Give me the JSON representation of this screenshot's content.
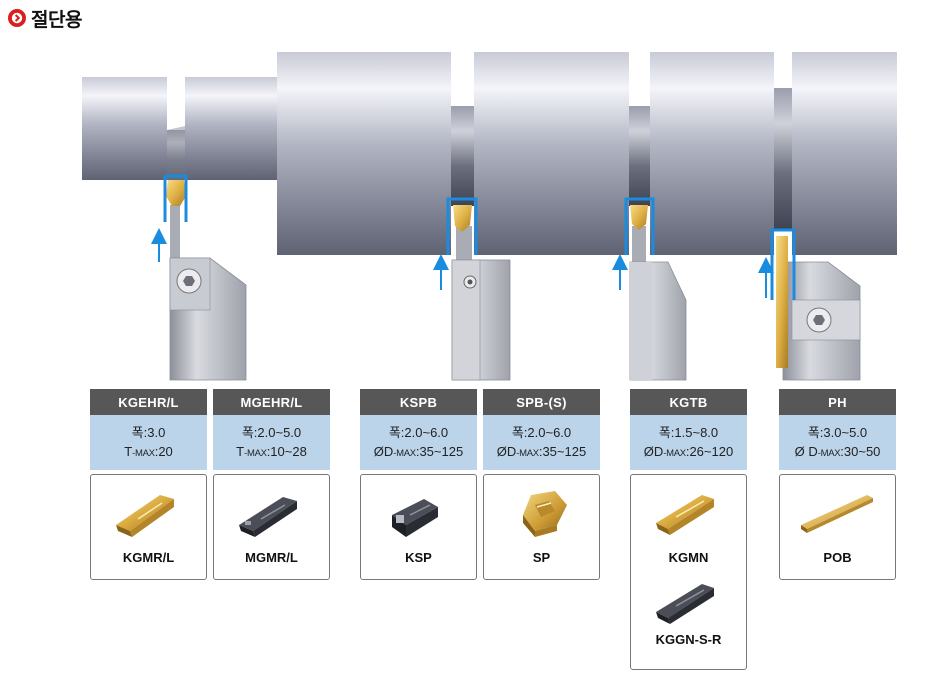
{
  "header": {
    "title": "절단용",
    "bullet_icon": "circle-arrow-icon",
    "bullet_color": "#d9201f"
  },
  "colors": {
    "header_bg": "#575757",
    "spec_bg": "#bcd4ea",
    "highlight": "#1a8ce0",
    "insert_gold": "#e0b64a",
    "insert_dark": "#3c3e45"
  },
  "holders": [
    {
      "name": "KGEHR/L",
      "spec": [
        "폭:3.0",
        "T-MAX:20"
      ],
      "inserts": [
        {
          "name": "KGMR/L",
          "color": "gold"
        }
      ]
    },
    {
      "name": "MGEHR/L",
      "spec": [
        "폭:2.0~5.0",
        "T-MAX:10~28"
      ],
      "inserts": [
        {
          "name": "MGMR/L",
          "color": "dark"
        }
      ]
    },
    {
      "name": "KSPB",
      "spec": [
        "폭:2.0~6.0",
        "ØD-MAX:35~125"
      ],
      "inserts": [
        {
          "name": "KSP",
          "color": "dark"
        }
      ]
    },
    {
      "name": "SPB-(S)",
      "spec": [
        "폭:2.0~6.0",
        "ØD-MAX:35~125"
      ],
      "inserts": [
        {
          "name": "SP",
          "color": "gold"
        }
      ]
    },
    {
      "name": "KGTB",
      "spec": [
        "폭:1.5~8.0",
        "ØD-MAX:26~120"
      ],
      "inserts": [
        {
          "name": "KGMN",
          "color": "gold"
        },
        {
          "name": "KGGN-S-R",
          "color": "dark"
        }
      ]
    },
    {
      "name": "PH",
      "spec": [
        "폭:3.0~5.0",
        "Ø D-MAX:30~50"
      ],
      "inserts": [
        {
          "name": "POB",
          "color": "gold"
        }
      ]
    }
  ]
}
